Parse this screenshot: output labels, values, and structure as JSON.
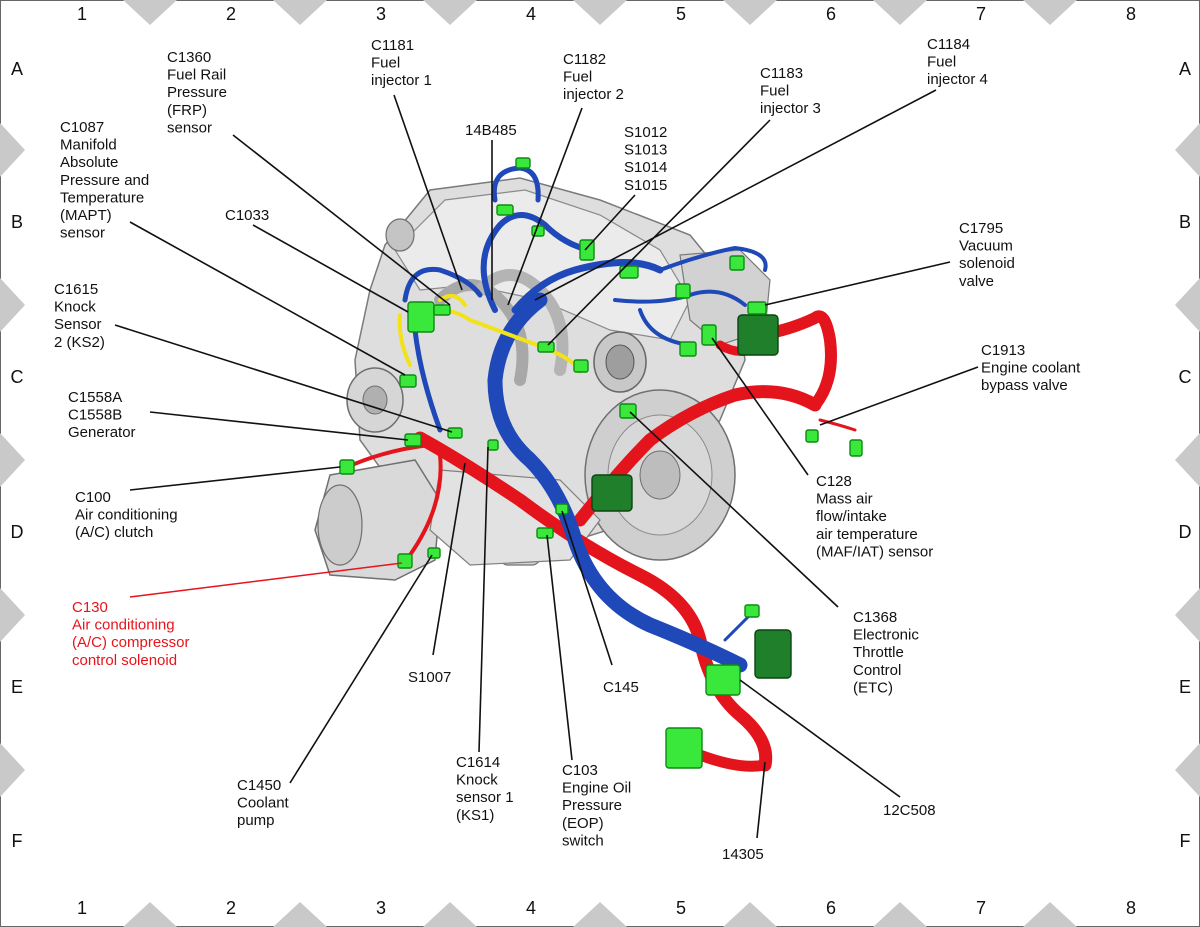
{
  "grid": {
    "columns": [
      "1",
      "2",
      "3",
      "4",
      "5",
      "6",
      "7",
      "8"
    ],
    "rows": [
      "A",
      "B",
      "C",
      "D",
      "E",
      "F"
    ]
  },
  "callouts": [
    {
      "id": "c1360",
      "lines": [
        "C1360",
        "Fuel Rail",
        "Pressure",
        "(FRP)",
        "sensor"
      ]
    },
    {
      "id": "c1181",
      "lines": [
        "C1181",
        "Fuel",
        "injector 1"
      ]
    },
    {
      "id": "c1182",
      "lines": [
        "C1182",
        "Fuel",
        "injector 2"
      ]
    },
    {
      "id": "c1184",
      "lines": [
        "C1184",
        "Fuel",
        "injector 4"
      ]
    },
    {
      "id": "c1183",
      "lines": [
        "C1183",
        "Fuel",
        "injector 3"
      ]
    },
    {
      "id": "c1087",
      "lines": [
        "C1087",
        "Manifold",
        "Absolute",
        "Pressure and",
        "Temperature",
        "(MAPT)",
        "sensor"
      ]
    },
    {
      "id": "14b485",
      "lines": [
        "14B485"
      ]
    },
    {
      "id": "splices",
      "lines": [
        "S1012",
        "S1013",
        "S1014",
        "S1015"
      ]
    },
    {
      "id": "c1033",
      "lines": [
        "C1033"
      ]
    },
    {
      "id": "c1795",
      "lines": [
        "C1795",
        "Vacuum",
        "solenoid",
        "valve"
      ]
    },
    {
      "id": "c1615",
      "lines": [
        "C1615",
        "Knock",
        "Sensor",
        "2 (KS2)"
      ]
    },
    {
      "id": "c1913",
      "lines": [
        "C1913",
        "Engine coolant",
        "bypass valve"
      ]
    },
    {
      "id": "c1558",
      "lines": [
        "C1558A",
        "C1558B",
        "Generator"
      ]
    },
    {
      "id": "c128",
      "lines": [
        "C128",
        "Mass air",
        "flow/intake",
        "air temperature",
        "(MAF/IAT) sensor"
      ]
    },
    {
      "id": "c100",
      "lines": [
        "C100",
        "Air conditioning",
        "(A/C) clutch"
      ]
    },
    {
      "id": "c130",
      "lines": [
        "C130",
        "Air conditioning",
        "(A/C) compressor",
        "control solenoid"
      ],
      "highlight": true
    },
    {
      "id": "c1368",
      "lines": [
        "C1368",
        "Electronic",
        "Throttle",
        "Control",
        "(ETC)"
      ]
    },
    {
      "id": "s1007",
      "lines": [
        "S1007"
      ]
    },
    {
      "id": "c145",
      "lines": [
        "C145"
      ]
    },
    {
      "id": "c1614",
      "lines": [
        "C1614",
        "Knock",
        "sensor 1",
        "(KS1)"
      ]
    },
    {
      "id": "c103",
      "lines": [
        "C103",
        "Engine Oil",
        "Pressure",
        "(EOP)",
        "switch"
      ]
    },
    {
      "id": "c1450",
      "lines": [
        "C1450",
        "Coolant",
        "pump"
      ]
    },
    {
      "id": "12c508",
      "lines": [
        "12C508"
      ]
    },
    {
      "id": "14305",
      "lines": [
        "14305"
      ]
    }
  ],
  "colors": {
    "harness_blue": "#1f48b8",
    "harness_red": "#e3141b",
    "harness_yellow": "#f2e21a",
    "connector_green": "#39e83a",
    "highlight_red": "#e8141b",
    "engine_gray": "#d9d9d9"
  }
}
